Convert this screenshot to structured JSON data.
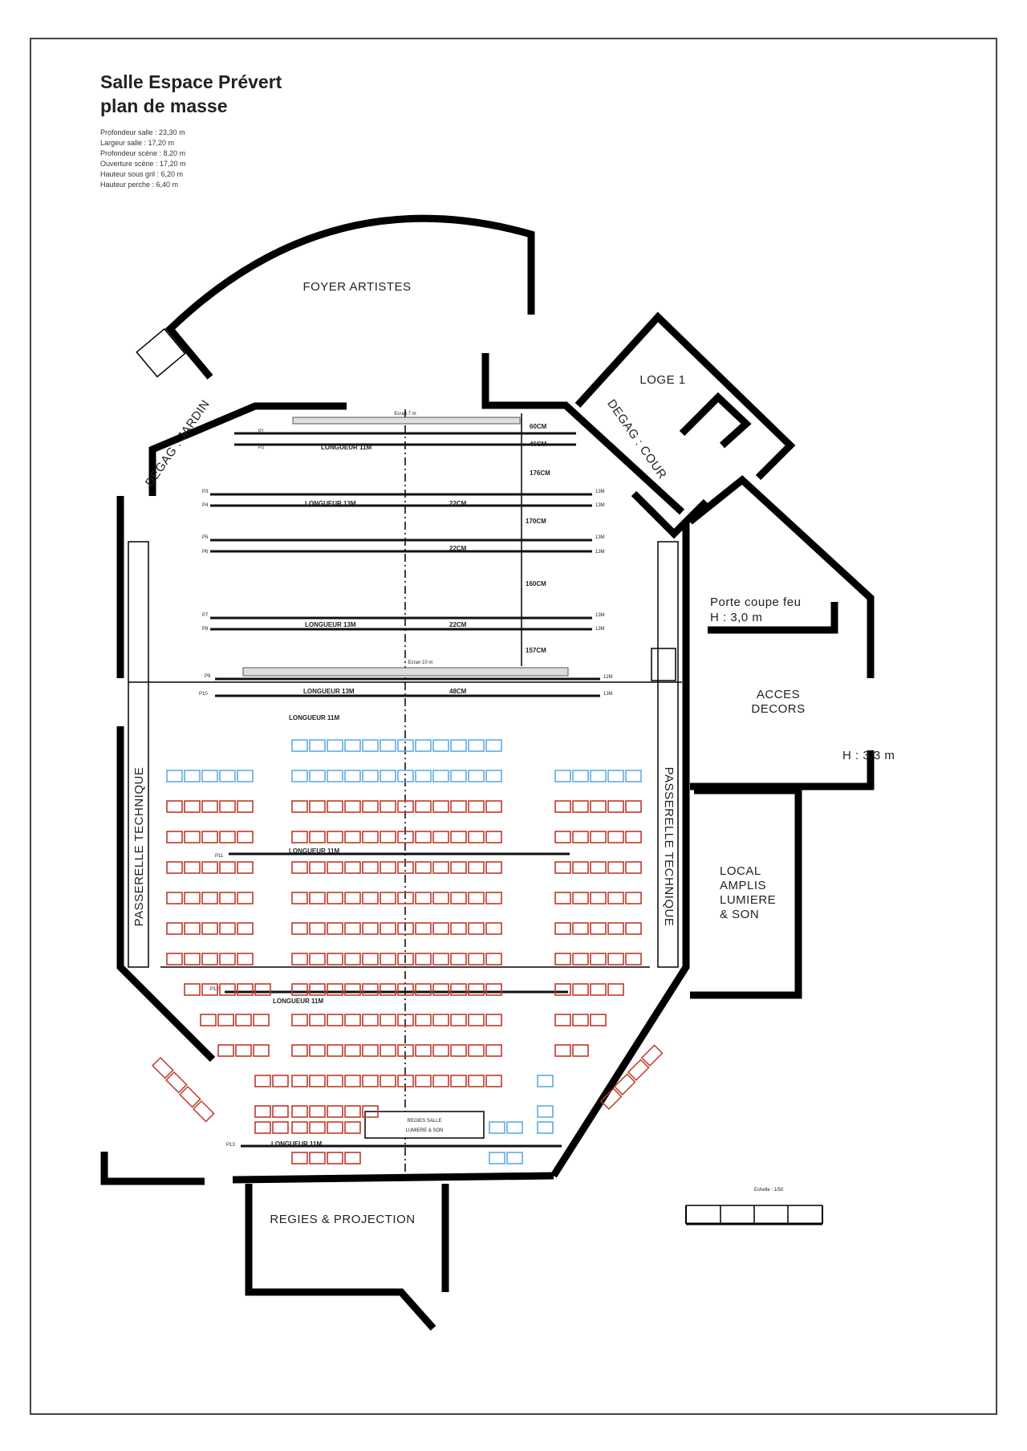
{
  "document": {
    "title_line1": "Salle Espace Prévert",
    "title_line2": "plan de masse",
    "specs": [
      "Profondeur salle : 23,30 m",
      "Largeur salle : 17,20 m",
      "Profondeur scène : 8,20 m",
      "Ouverture scène : 17,20 m",
      "Hauteur sous gril : 6,20 m",
      "Hauteur perche : 6,40 m"
    ]
  },
  "rooms": {
    "foyer": "FOYER ARTISTES",
    "loge": "LOGE 1",
    "degag_jardin": "DEGAG : JARDIN",
    "degag_cour": "DEGAG : COUR",
    "porte_line1": "Porte coupe feu",
    "porte_line2": "H : 3,0 m",
    "acces_line1": "ACCES",
    "acces_line2": "DECORS",
    "acces_height": "H : 3,3 m",
    "passerelle_left": "PASSERELLE TECHNIQUE",
    "passerelle_right": "PASSERELLE TECHNIQUE",
    "local_lines": [
      "LOCAL",
      "AMPLIS",
      "LUMIERE",
      "& SON"
    ],
    "regies_salle_line1": "REGIES SALLE",
    "regies_salle_line2": "LUMIERE & SON",
    "regies_projection": "REGIES & PROJECTION"
  },
  "stage": {
    "ecran_top": "Ecran 7 m",
    "ecran_bottom": "Ecran 10 m",
    "perches": [
      {
        "id": "P1",
        "length": "",
        "gap": "",
        "right": "",
        "spacing": "60CM"
      },
      {
        "id": "P2",
        "length": "LONGUEUR 11M",
        "gap": "",
        "right": "",
        "spacing": "46CM"
      },
      {
        "id": "P3",
        "length": "",
        "gap": "",
        "right": "13M",
        "spacing": "176CM"
      },
      {
        "id": "P4",
        "length": "LONGUEUR 13M",
        "gap": "22CM",
        "right": "13M",
        "spacing": ""
      },
      {
        "id": "P5",
        "length": "",
        "gap": "",
        "right": "13M",
        "spacing": "170CM"
      },
      {
        "id": "P6",
        "length": "",
        "gap": "22CM",
        "right": "13M",
        "spacing": ""
      },
      {
        "id": "P7",
        "length": "",
        "gap": "",
        "right": "13M",
        "spacing": "160CM"
      },
      {
        "id": "P8",
        "length": "LONGUEUR 13M",
        "gap": "22CM",
        "right": "13M",
        "spacing": ""
      },
      {
        "id": "P9",
        "length": "",
        "gap": "",
        "right": "12M",
        "spacing": "157CM"
      },
      {
        "id": "P10",
        "length": "LONGUEUR 13M",
        "gap": "48CM",
        "right": "13M",
        "spacing": ""
      }
    ],
    "p10_sub": "LONGUEUR 11M",
    "hall_perches": [
      {
        "id": "P11",
        "length": "LONGUEUR 11M"
      },
      {
        "id": "P12",
        "length": "LONGUEUR 11M"
      },
      {
        "id": "P13",
        "length": "LONGUEUR 11M"
      }
    ]
  },
  "scale": {
    "label": "Echelle : 1/50"
  },
  "colors": {
    "seat_red": "#c0392b",
    "seat_blue": "#5dade2",
    "wall": "#000000"
  }
}
